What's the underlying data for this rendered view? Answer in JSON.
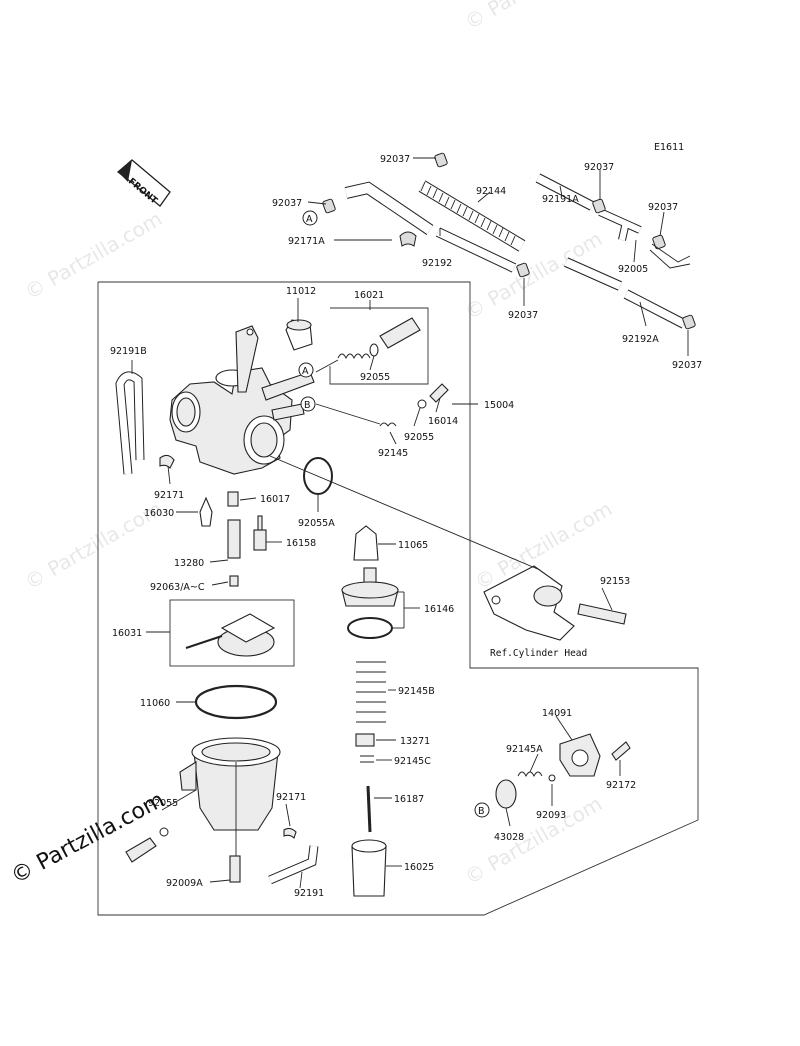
{
  "diagram_code": "E1611",
  "front_label": "FRONT",
  "ref_note": "Ref.Cylinder Head",
  "watermark": "© Partzilla.com",
  "connectors": [
    "A",
    "B"
  ],
  "labels": {
    "p92037_1": "92037",
    "p92037_2": "92037",
    "p92037_3": "92037",
    "p92037_4": "92037",
    "p92037_5": "92037",
    "p92037_6": "92037",
    "p92144": "92144",
    "p92191A": "92191A",
    "p92171A": "92171A",
    "p92192": "92192",
    "p92005": "92005",
    "p92192A": "92192A",
    "p11012": "11012",
    "p16021": "16021",
    "p92191B": "92191B",
    "p92055_1": "92055",
    "p92055_2": "92055",
    "p15004": "15004",
    "p16014": "16014",
    "p92145": "92145",
    "p92171_1": "92171",
    "p16017": "16017",
    "p16030": "16030",
    "p92055A": "92055A",
    "p16158": "16158",
    "p11065": "11065",
    "p13280": "13280",
    "p92063": "92063/A~C",
    "p92153": "92153",
    "p16146": "16146",
    "p16031": "16031",
    "p11060": "11060",
    "p92145B": "92145B",
    "p14091": "14091",
    "p13271": "13271",
    "p92145A": "92145A",
    "p92145C": "92145C",
    "p92172": "92172",
    "p92171_2": "92171",
    "p16187": "16187",
    "p92093": "92093",
    "p43028": "43028",
    "p16025": "16025",
    "p92191": "92191",
    "p92009A": "92009A",
    "p92055_3": "92055"
  }
}
